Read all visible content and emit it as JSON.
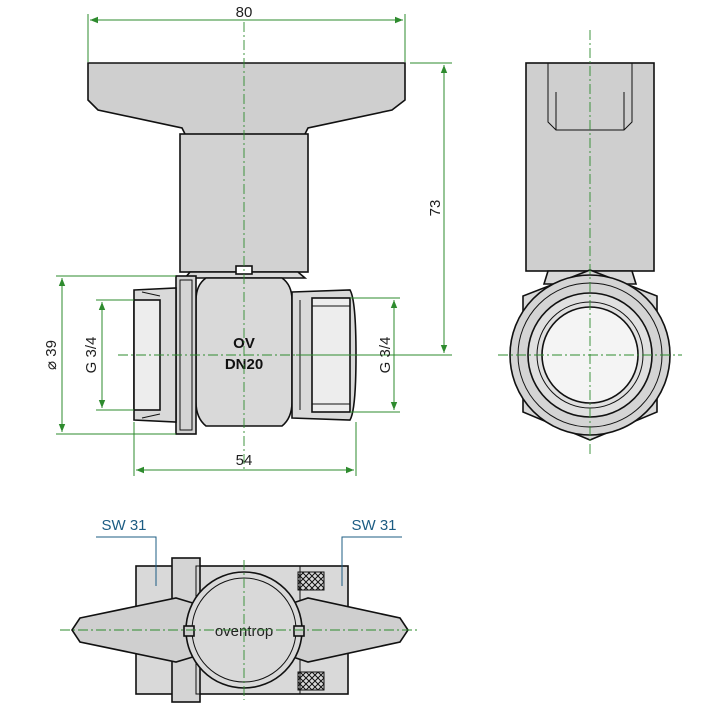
{
  "dimensions": {
    "width_top": "80",
    "height_right": "73",
    "diameter_left": "⌀ 39",
    "thread_left": "G 3/4",
    "thread_right": "G 3/4",
    "length_bottom": "54"
  },
  "body_marking": {
    "line1": "OV",
    "line2": "DN20"
  },
  "wrench_labels": {
    "left": "SW 31",
    "right": "SW 31"
  },
  "brand": "oventrop",
  "colors": {
    "outline": "#111111",
    "body_fill": "#d9d9d9",
    "handle_fill": "#cfcfcf",
    "dimension_line": "#2e8b2e",
    "label_blue": "#1c5c83"
  }
}
